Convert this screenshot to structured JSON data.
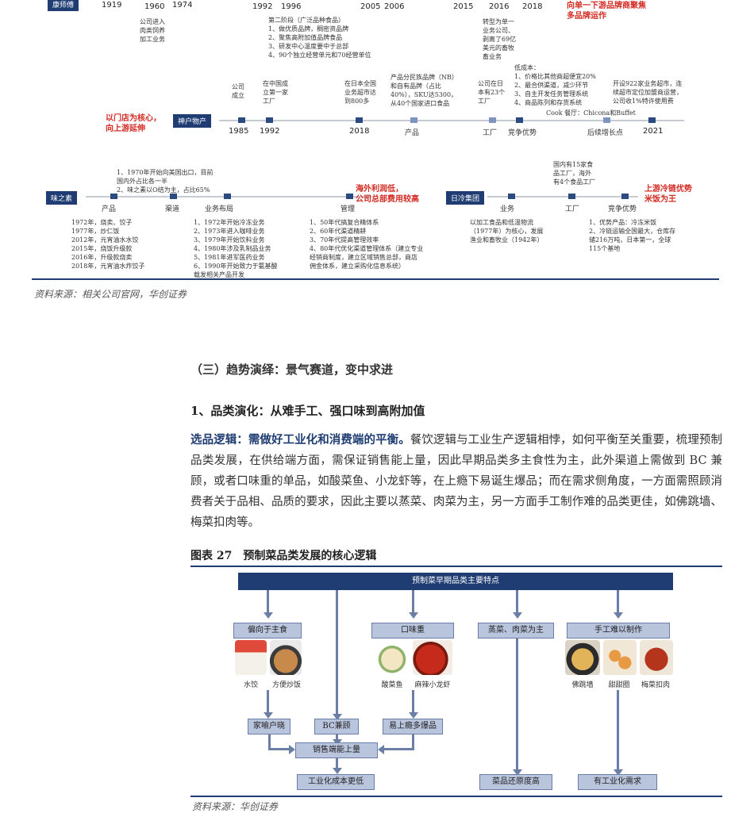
{
  "timeline1": {
    "tag": "康师傅",
    "years": [
      "1919",
      "1960",
      "1974",
      "1992",
      "1996",
      "2005",
      "2006",
      "2015",
      "2016",
      "2018"
    ],
    "note_1960": "公司进入\n肉类饲养\n加工业务",
    "note_stage2": "第二阶段（广泛品种食品）\n1、做优质品牌，稠密资品牌\n2、聚焦高附加值品牌食品\n3、研发中心温度要中于总部\n4、90个独立经营单元和70经营单位",
    "note_2016": "转型为单一\n业务公司、\n剥离了69亿\n美元的畜牧\n畜业务",
    "red_note": "向单一下游品牌商聚焦\n多品牌运作"
  },
  "timeline2": {
    "tag": "神户物产",
    "red_note": "以门店为核心，\n向上游延伸",
    "years": [
      "1985",
      "1992",
      "2018",
      "2021"
    ],
    "notes": [
      "公司\n成立",
      "在中国成\n立第一家\n工厂",
      "在日本全国\n业务超市达\n到800多",
      "产品分民族品牌（NB）\n和自有品牌（占比\n40%），SKU达5300，\n从40个国家进口食品",
      "公司在日\n本有23个\n工厂",
      "低成本：\n1、价格比其他商超便宜20%\n2、最合供渠道，减少环节\n3、自主开发任务管理系统\n4、商品陈列和存货系统",
      "开设922家业务超市，连\n续超市定位加盟商运营，\n公司收1%特许使用费"
    ],
    "labels": [
      "产品",
      "工厂",
      "竞争优势",
      "后续增长点"
    ],
    "cook_note": "Cook 餐厅：Chicona和Buffet"
  },
  "timeline3": {
    "tag": "味之素",
    "top_note": "1、1970年开始向美国出口，目前\n国内外占比各一半\n2、味之素以O结为主，占比65%",
    "labels": [
      "产品",
      "渠道",
      "业务布局",
      "管理"
    ],
    "notes_product": "1972年，烧卖、饺子\n1977年，炒仁饭\n2012年，元宵油水水饺\n2015年，烧饭升级款\n2016年，升级款烧卖\n2018年，元宵油水炸饺子",
    "notes_business": "1、1972年开始冷冻业务\n2、1973年进入咖啡业务\n3、1979年开始饮料业务\n4、1980年涉及乳制品业务\n5、1981年进军医药业务\n6、1990年开始致力于氨基酸\n载发相关产品开发",
    "notes_manage": "1、50年代搞复合精体系\n2、60年代渠道精耕\n3、70年代提高管理效率\n4、80年代优化渠道管理体系（建立专业\n经销商制度，建立区域销售总部，商店\n佣金体系，建立采购化信息系统）",
    "red_note": "海外利润低，\n公司总部费用较高"
  },
  "timeline4": {
    "tag": "日冷集团",
    "labels": [
      "业务",
      "工厂",
      "竞争优势"
    ],
    "note_factory": "国内有15家食\n品工厂，海外\n有4个食品工厂",
    "note_business": "以加工食品和低温物流\n（1977年）为核心，发展\n渔业和畜牧业（1942年）",
    "note_adv": "1、优势产品：冷冻米饭\n2、冷链运输全国最大，仓库存\n储216万吨，日本第一，全球\n115个基地",
    "red_note": "上游冷链优势\n米饭为王"
  },
  "source1": "资料来源：相关公司官网，华创证券",
  "section": {
    "h3": "（三）趋势演绎：景气赛道，变中求进",
    "h1": "1、品类演化：从难手工、强口味到高附加值",
    "para_bold": "选品逻辑：需做好工业化和消费端的平衡。",
    "para_rest": "餐饮逻辑与工业生产逻辑相悖，如何平衡至关重要，梳理预制品类发展，在供给端方面，需保证销售能上量，因此早期品类多主食性为主，此外渠道上需做到 BC 兼顾，或者口味重的单品，如酸菜鱼、小龙虾等，在上瘾下易诞生爆品；而在需求侧角度，一方面需照顾消费者关于品相、品质的要求，因此主要以蒸菜、肉菜为主，另一方面手工制作难的品类更佳，如佛跳墙、梅菜扣肉等。"
  },
  "figure": {
    "title": "图表 27　预制菜品类发展的核心逻辑",
    "top": "预制菜早期品类主要特点",
    "cat1": "偏向于主食",
    "cat2": "口味重",
    "cat3": "蒸菜、肉菜为主",
    "cat4": "手工难以制作",
    "cap_a": "水饺",
    "cap_b": "方便炒饭",
    "cap_c": "酸菜鱼",
    "cap_d": "麻辣小龙虾",
    "cap_e": "佛跳墙",
    "cap_f": "甜甜圈",
    "cap_g": "梅菜扣肉",
    "mid1": "家喻户晓",
    "mid2": "BC兼顾",
    "mid3": "易上瘾多爆品",
    "mid4": "销售端能上量",
    "bot1": "工业化成本更低",
    "bot2": "菜品还原度高",
    "bot3": "有工业化需求"
  },
  "source2": "资料来源：华创证券"
}
